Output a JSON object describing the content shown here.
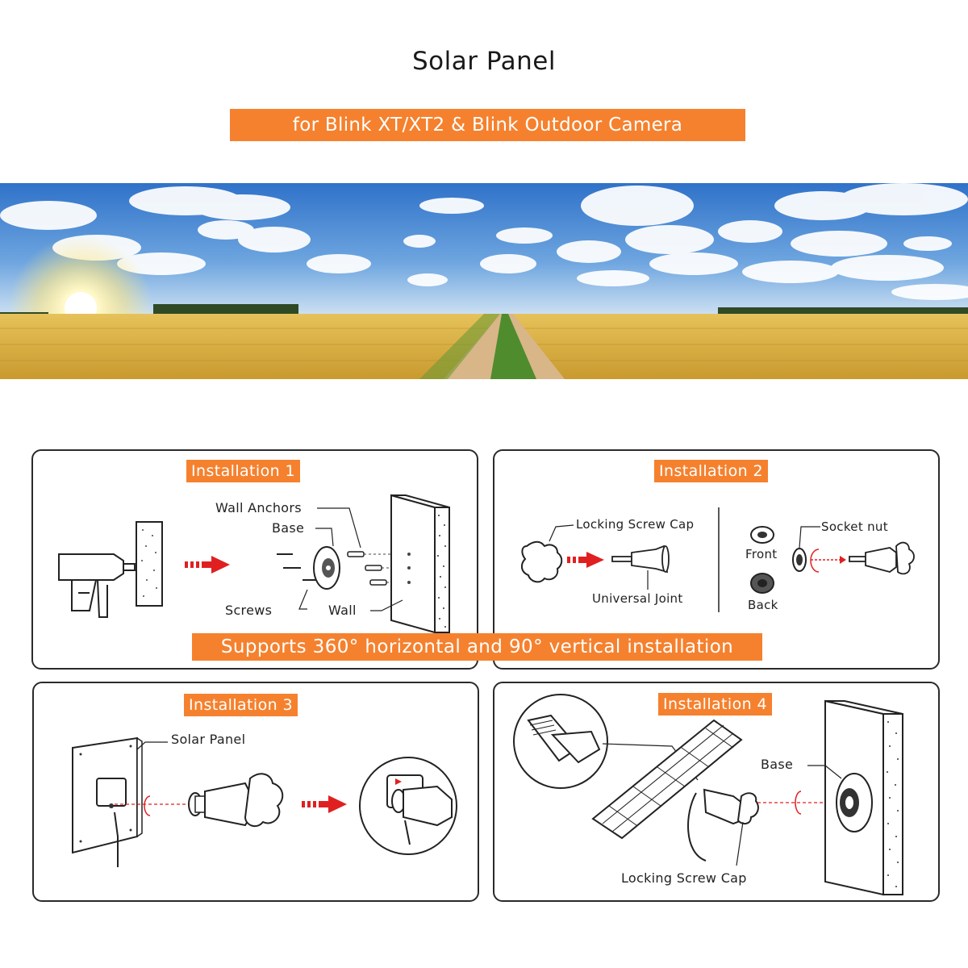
{
  "header": {
    "title": "Solar Panel",
    "subtitle": "for Blink XT/XT2 & Blink Outdoor Camera"
  },
  "colors": {
    "accent": "#f5812e",
    "arrow": "#e02020",
    "line": "#2a2a2a"
  },
  "panels": [
    {
      "tag": "Installation 1",
      "labels": {
        "wall_anchors": "Wall Anchors",
        "base": "Base",
        "screws": "Screws",
        "wall": "Wall"
      }
    },
    {
      "tag": "Installation 2",
      "labels": {
        "locking_screw_cap": "Locking Screw Cap",
        "universal_joint": "Universal Joint",
        "front": "Front",
        "back": "Back",
        "socket_nut": "Socket nut"
      }
    },
    {
      "tag": "Installation 3",
      "labels": {
        "solar_panel": "Solar Panel"
      }
    },
    {
      "tag": "Installation 4",
      "labels": {
        "base": "Base",
        "locking_screw_cap": "Locking Screw Cap"
      }
    }
  ],
  "support_note": "Supports 360° horizontal and 90° vertical installation"
}
